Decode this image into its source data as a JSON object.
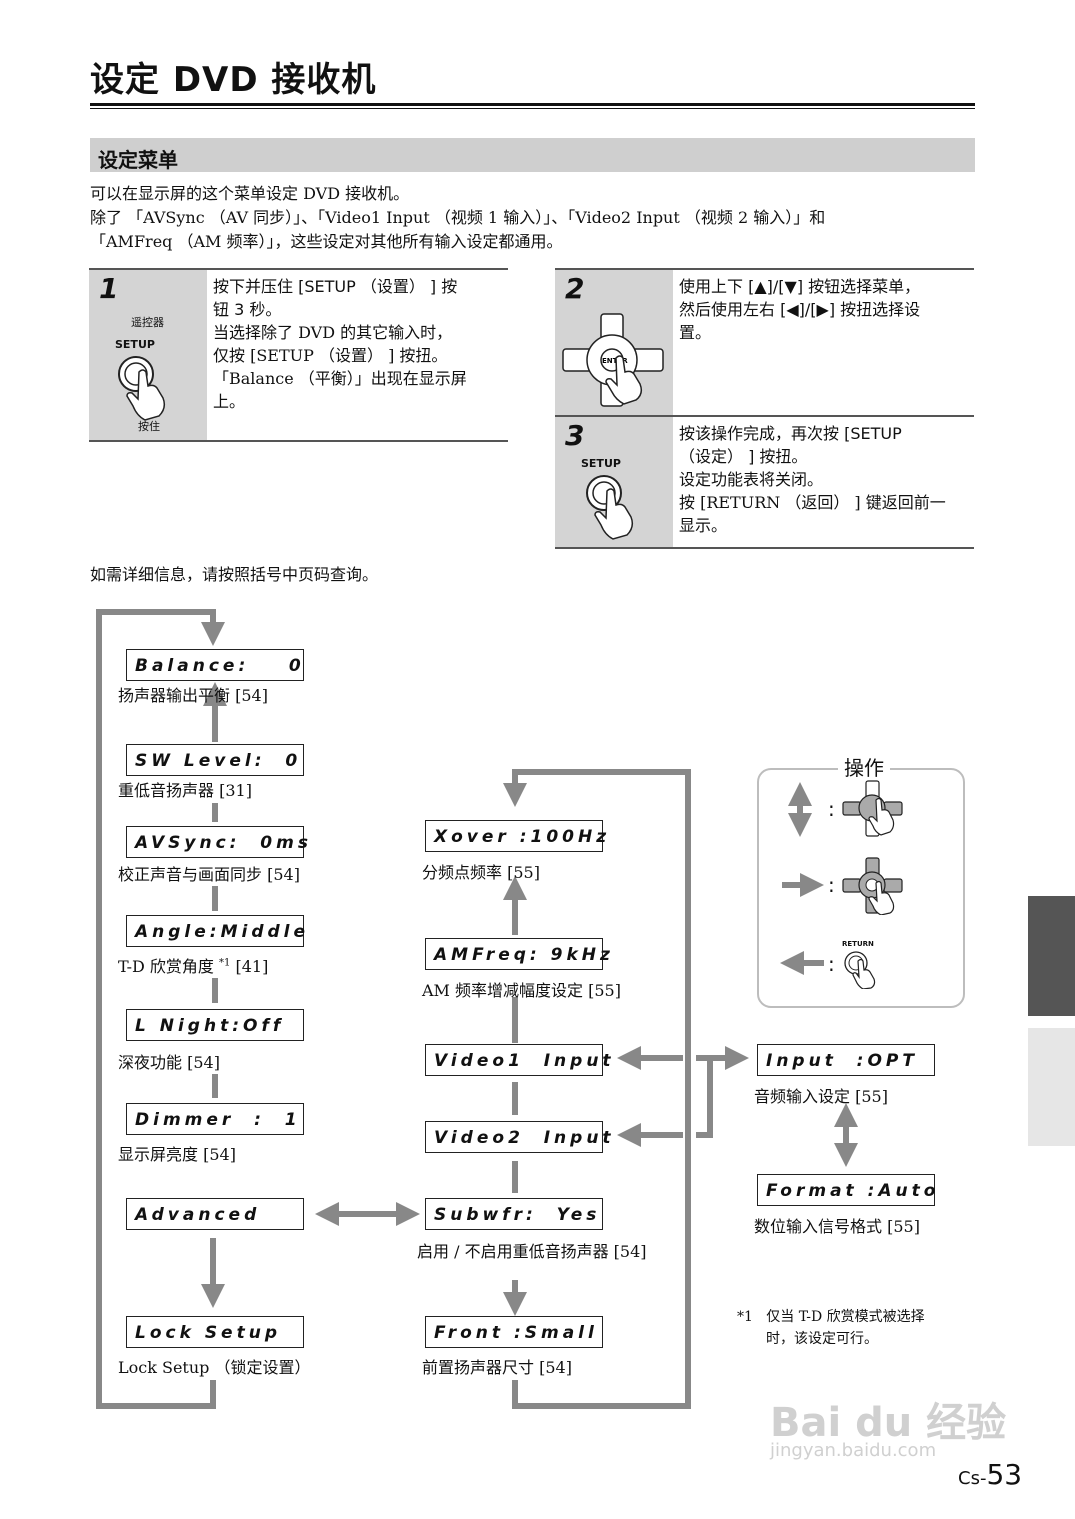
{
  "page_title": "设定 DVD 接收机",
  "section_title": "设定菜单",
  "intro_lines": [
    "可以在显示屏的这个菜单设定 DVD 接收机。",
    "除了 「AVSync （AV 同步）」、「Video1 Input （视频 1 输入）」、「Video2 Input （视频 2 输入）」和",
    "「AMFreq （AM 频率）」，这些设定对其他所有输入设定都通用。"
  ],
  "steps": [
    {
      "number": "1",
      "icon_top_label": "遥控器",
      "icon_button_label": "SETUP",
      "icon_bottom_label": "按住",
      "lines": [
        "按下并压住 [SETUP （设置） ] 按",
        "钮 3 秒。",
        "当选择除了 DVD 的其它输入时，",
        "仅按 [SETUP （设置） ] 按扭。",
        "「Balance （平衡）」出现在显示屏",
        "上。"
      ]
    },
    {
      "number": "2",
      "icon_enter_label": "ENTER",
      "lines": [
        "使用上下 [▲]/[▼] 按钮选择菜单，",
        "然后使用左右 [◀]/[▶] 按扭选择设",
        "置。"
      ]
    },
    {
      "number": "3",
      "icon_button_label": "SETUP",
      "lines": [
        "按该操作完成，再次按 [SETUP",
        "（设定） ] 按扭。",
        "设定功能表将关闭。",
        "按 [RETURN （返回） ] 键返回前一",
        "显示。"
      ]
    }
  ],
  "reference_note": "如需详细信息，请按照括号中页码查询。",
  "menu_left": [
    {
      "display": "Balance:    0",
      "caption": "扬声器输出平衡 [54]"
    },
    {
      "display": "SW Level:  0",
      "caption": "重低音扬声器 [31]"
    },
    {
      "display": "AVSync:  0ms",
      "caption": "校正声音与画面同步 [54]"
    },
    {
      "display": "Angle:Middle",
      "caption": "T-D 欣赏角度",
      "caption_sup": "*1",
      "caption_ref": "[41]"
    },
    {
      "display": "L Night:Off",
      "caption": "深夜功能 [54]"
    },
    {
      "display": "Dimmer  :  1",
      "caption": "显示屏亮度 [54]"
    },
    {
      "display": "Advanced",
      "caption": ""
    },
    {
      "display": "Lock Setup",
      "caption": "Lock Setup （锁定设置）"
    }
  ],
  "menu_advanced": [
    {
      "display": "Xover :100Hz",
      "caption": "分频点频率 [55]"
    },
    {
      "display": "AMFreq: 9kHz",
      "caption": "AM 频率增减幅度设定 [55]"
    },
    {
      "display": "Video1  Input",
      "caption": ""
    },
    {
      "display": "Video2  Input",
      "caption": ""
    },
    {
      "display": "Subwfr:  Yes",
      "caption": "启用 / 不启用重低音扬声器 [54]"
    },
    {
      "display": "Front :Small",
      "caption": "前置扬声器尺寸 [54]"
    }
  ],
  "menu_input": [
    {
      "display": "Input  :OPT",
      "caption": "音频输入设定 [55]"
    },
    {
      "display": "Format :Auto",
      "caption": "数位输入信号格式 [55]"
    }
  ],
  "operation": {
    "title": "操作",
    "colon": ":",
    "return_label": "RETURN",
    "rows": [
      {
        "arrow": "up-down-arrow-icon",
        "control": "dpad-updown-icon"
      },
      {
        "arrow": "right-arrow-icon",
        "control": "dpad-enter-icon"
      },
      {
        "arrow": "left-arrow-icon",
        "control": "return-button-icon"
      }
    ]
  },
  "footnote": {
    "mark": "*1",
    "lines": [
      "仅当 T-D 欣赏模式被选择",
      "时，该设定可行。"
    ]
  },
  "watermark": {
    "logo": "Bai du 经验",
    "url": "jingyan.baidu.com"
  },
  "page_number": {
    "prefix": "Cs-",
    "number": "53"
  },
  "colors": {
    "arrow_gray": "#888888",
    "panel_gray": "#d4d4d4",
    "section_gray": "#cfcfcf",
    "tab_dark": "#555555",
    "tab_light": "#e6e6e6"
  }
}
